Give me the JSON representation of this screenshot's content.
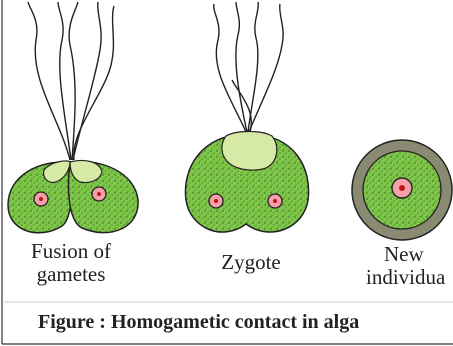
{
  "labels": {
    "fusion_line1": "Fusion of",
    "fusion_line2": "gametes",
    "zygote": "Zygote",
    "new_line1": "New",
    "new_line2": "individua"
  },
  "caption": "Figure : Homogametic contact in alga",
  "colors": {
    "cell_fill": "#7fc84a",
    "cap_fill": "#d6eaa6",
    "nucleus_fill": "#f4a0a8",
    "nucleus_dot": "#c0141c",
    "ring_fill": "#8a8a72",
    "outline": "#222222",
    "frame_line": "#333333"
  }
}
